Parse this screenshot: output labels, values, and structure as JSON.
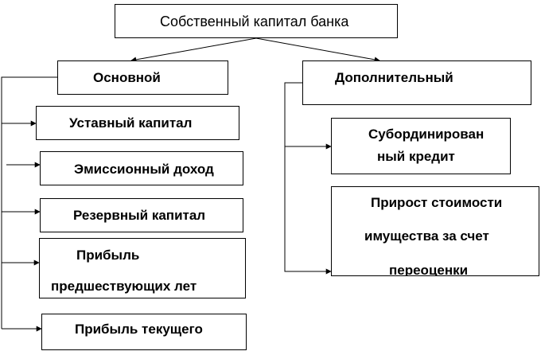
{
  "root": {
    "label": "Собственный капитал банка"
  },
  "main": {
    "label": "Основной",
    "items": [
      {
        "label": "Уставный капитал"
      },
      {
        "label": "Эмиссионный доход"
      },
      {
        "label": "Резервный капитал"
      },
      {
        "lines": [
          "Прибыль",
          "предшествующих лет"
        ]
      },
      {
        "label": "Прибыль текущего"
      }
    ]
  },
  "additional": {
    "label": "Дополнительный",
    "items": [
      {
        "lines": [
          "Субординирован",
          "ный кредит"
        ]
      },
      {
        "lines": [
          "Прирост стоимости",
          "имущества за счет",
          "переоценки"
        ]
      }
    ]
  }
}
